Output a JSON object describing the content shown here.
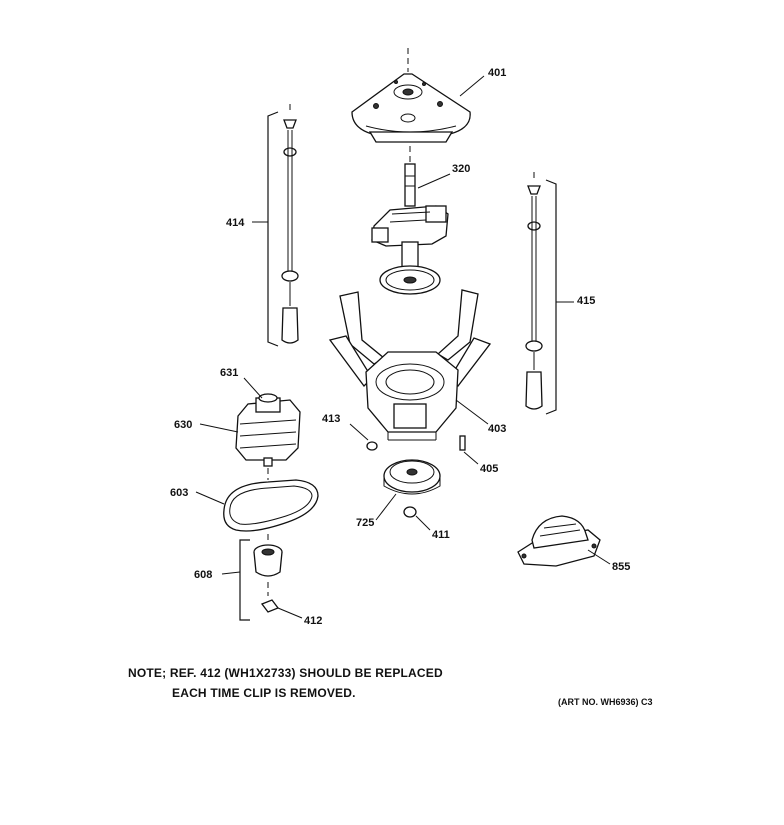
{
  "callouts": {
    "p401": "401",
    "p320": "320",
    "p414": "414",
    "p415": "415",
    "p631": "631",
    "p630": "630",
    "p413": "413",
    "p403": "403",
    "p405": "405",
    "p603": "603",
    "p725": "725",
    "p411": "411",
    "p608": "608",
    "p412": "412",
    "p855": "855"
  },
  "note": {
    "line1": "NOTE; REF. 412 (WH1X2733) SHOULD BE REPLACED",
    "line2": "EACH TIME CLIP IS REMOVED."
  },
  "art_number": "(ART NO. WH6936) C3"
}
